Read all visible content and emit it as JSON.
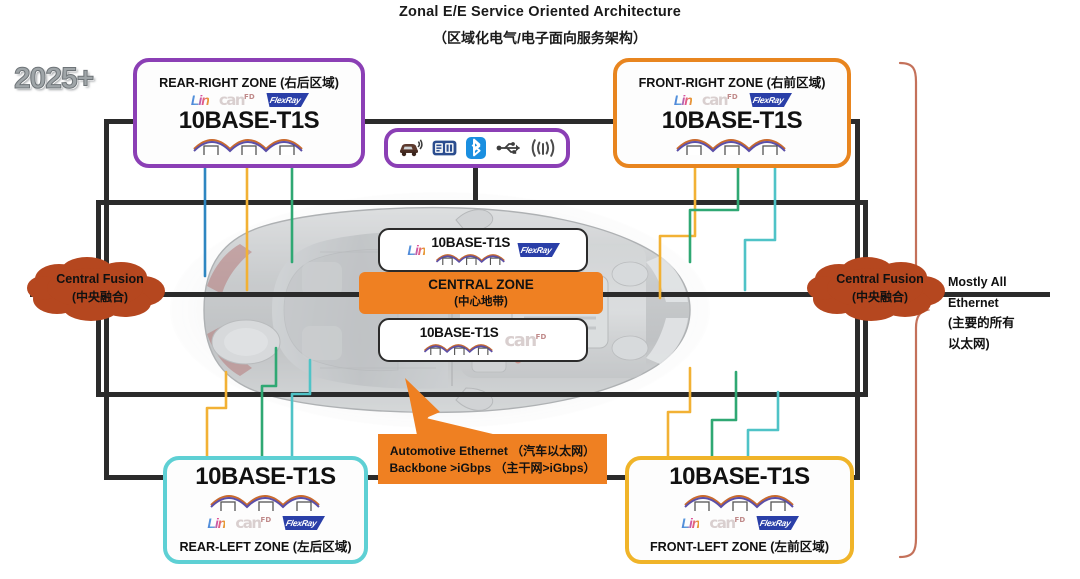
{
  "title": {
    "en": "Zonal E/E  Service Oriented Architecture",
    "cn": "（区域化电气/电子面向服务架构）"
  },
  "year_badge": "2025+",
  "protocols": {
    "lin": "Lin",
    "can": "can",
    "can_sup": "FD",
    "flexray": "FlexRay"
  },
  "zones": {
    "rear_right": {
      "label": "REAR-RIGHT ZONE (右后区域)",
      "tech": "10BASE-T1S",
      "accent": "#8b3fb5"
    },
    "front_right": {
      "label": "FRONT-RIGHT ZONE (右前区域)",
      "tech": "10BASE-T1S",
      "accent": "#e8851f"
    },
    "rear_left": {
      "label": "REAR-LEFT ZONE (左后区域)",
      "tech": "10BASE-T1S",
      "accent": "#5ed0d4"
    },
    "front_left": {
      "label": "FRONT-LEFT ZONE (左前区域)",
      "tech": "10BASE-T1S",
      "accent": "#f0b429"
    }
  },
  "central_zone": {
    "title_en": "CENTRAL ZONE",
    "title_cn": "(中心地带)",
    "tech_top": "10BASE-T1S",
    "tech_bottom": "10BASE-T1S",
    "band_color": "#ef8022"
  },
  "connectivity": {
    "icons": [
      "car-telematics-icon",
      "smartcard-display-icon",
      "bluetooth-icon",
      "usb-icon",
      "wifi-antenna-icon"
    ],
    "accent": "#8b3fb5"
  },
  "central_fusion_left": {
    "en": "Central Fusion",
    "cn": "(中央融合)",
    "color": "#b5471f"
  },
  "central_fusion_right": {
    "en": "Central Fusion",
    "cn": "(中央融合)",
    "color": "#b5471f"
  },
  "mostly_all_ethernet": {
    "line1": "Mostly All",
    "line2": "Ethernet",
    "line3": "(主要的所有",
    "line4": "以太网)",
    "brace_color": "#c4715a"
  },
  "automotive_ethernet": {
    "line1": "Automotive Ethernet （汽车以太网）",
    "line2": "Backbone >iGbps （主干网>iGbps）",
    "color": "#ef8022"
  },
  "wire_colors": {
    "blue": "#2e86c1",
    "yellow": "#f2b134",
    "green": "#2fa873",
    "teal": "#4fc3c7",
    "backbone": "#2b2b2b"
  }
}
